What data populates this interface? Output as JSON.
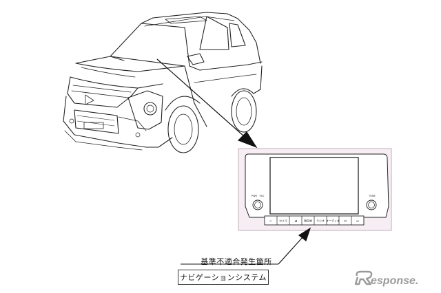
{
  "callout": {
    "title": "基準不適合発生箇所",
    "label": "ナビゲーションシステム"
  },
  "nav_unit": {
    "left_knob_labels": [
      "PWR",
      "VOL"
    ],
    "right_knob_label": "TUNE",
    "buttons": [
      "↩",
      "カメラ",
      "◀",
      "現在地",
      "ラジオ",
      "オーディオ",
      "⏮",
      "⏭"
    ]
  },
  "logo": {
    "text": "Response.",
    "color": "#9a9a9a"
  },
  "colors": {
    "line": "#222222",
    "screen_panel": "#f7eef4",
    "screen_border": "#b59aa8"
  }
}
